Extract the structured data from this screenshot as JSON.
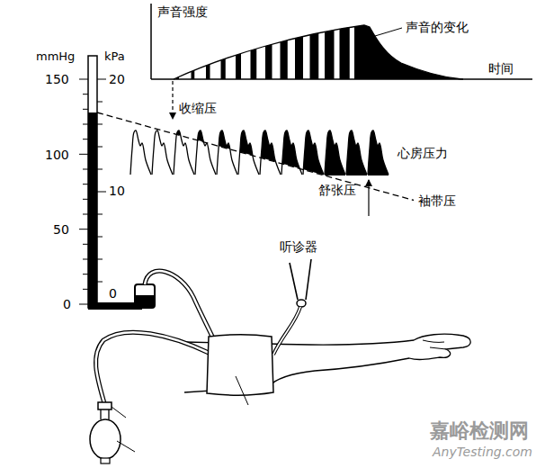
{
  "diagram": {
    "labels": [
      "声音强度",
      "声音的变化",
      "时间",
      "mmHg",
      "kPa",
      "150",
      "20",
      "100",
      "10",
      "50",
      "0",
      "0",
      "收缩压",
      "心房压力",
      "舒张压",
      "袖带压",
      "听诊器",
      "嘉峪检测网",
      "AnyTesting.com"
    ]
  }
}
